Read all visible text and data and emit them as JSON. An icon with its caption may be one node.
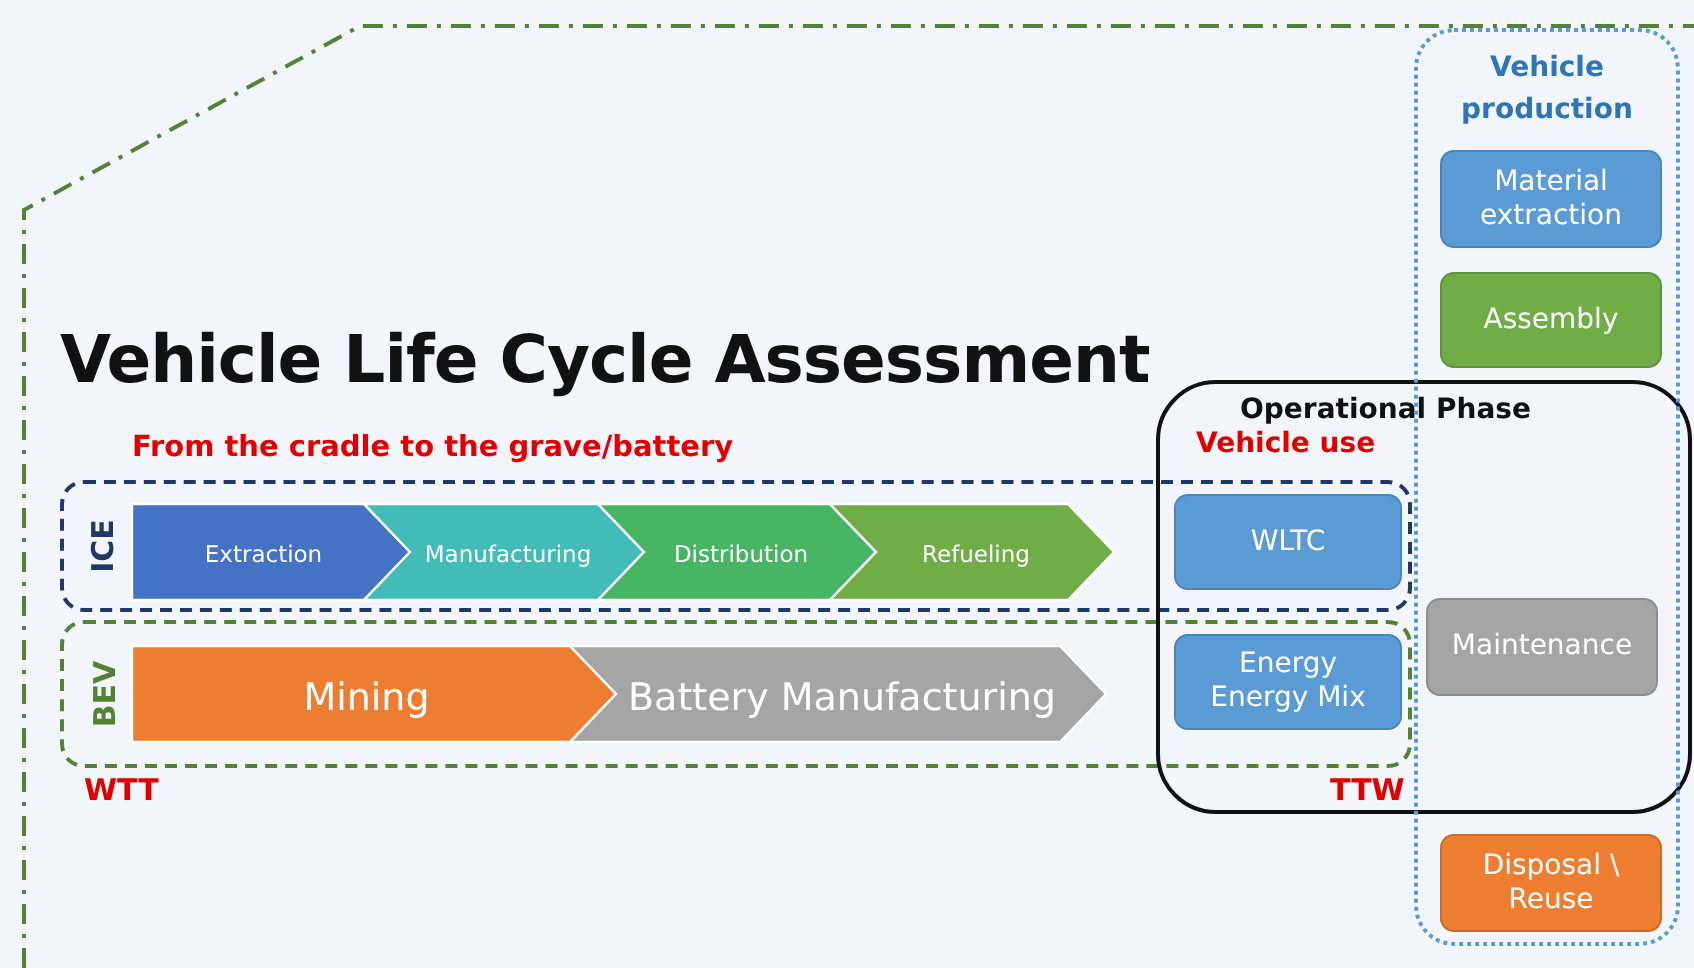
{
  "diagram": {
    "title": "Vehicle Life Cycle Assessment",
    "nodes": [
      {
        "text": [
          "ICE"
        ]
      },
      {
        "text": [
          "Extraction"
        ],
        "in": 0
      },
      {
        "text": [
          "Manufacturing"
        ],
        "in": 0
      },
      {
        "text": [
          "Distribution"
        ],
        "in": 0
      },
      {
        "text": [
          "Refueling"
        ],
        "in": 0
      },
      {
        "text": [
          "BEV"
        ]
      },
      {
        "text": [
          "Mining"
        ],
        "in": 5
      },
      {
        "text": [
          "Battery Manufacturing"
        ],
        "in": 5
      },
      {
        "text": [
          "Operational Phase"
        ]
      },
      {
        "text": [
          "WLTC"
        ]
      },
      {
        "text": [
          "Energy Energy Mix"
        ]
      },
      {
        "text": [
          "Vehicle production"
        ]
      },
      {
        "text": [
          "Material extraction"
        ],
        "in": 11
      },
      {
        "text": [
          "Assembly"
        ],
        "in": 11
      },
      {
        "text": [
          "Maintenance"
        ]
      },
      {
        "text": [
          "Disposal \\ Reuse"
        ],
        "in": 11
      }
    ],
    "labels": [
      "From the cradle to the grave/battery",
      "Vehicle use",
      "WTT",
      "TTW"
    ]
  }
}
